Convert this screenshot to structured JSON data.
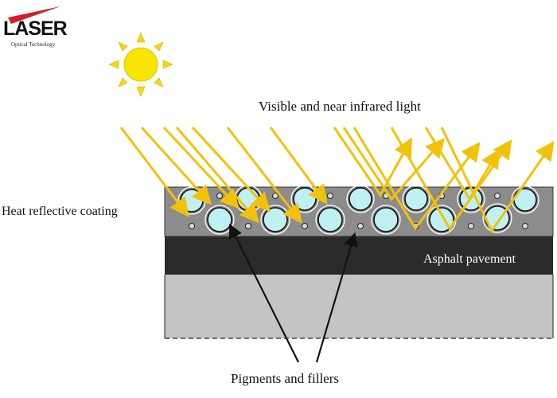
{
  "logo": {
    "word": "LASER",
    "tagline": "Optical Technology"
  },
  "labels": {
    "light": "Visible and near infrared light",
    "coating": "Heat reflective coating",
    "asphalt": "Asphalt pavement",
    "pigments": "Pigments and fillers"
  },
  "colors": {
    "sun_fill": "#f7e400",
    "sun_ray": "#f6d615",
    "light_arrow": "#f2c20a",
    "coating": "#8c8c8c",
    "asphalt": "#2b2b2b",
    "base": "#c4c4c4",
    "particle": "#bff0f4",
    "logo_red": "#d61e2a"
  },
  "icons": {
    "sun": "sun-icon",
    "logo": "logo-check-mark"
  }
}
